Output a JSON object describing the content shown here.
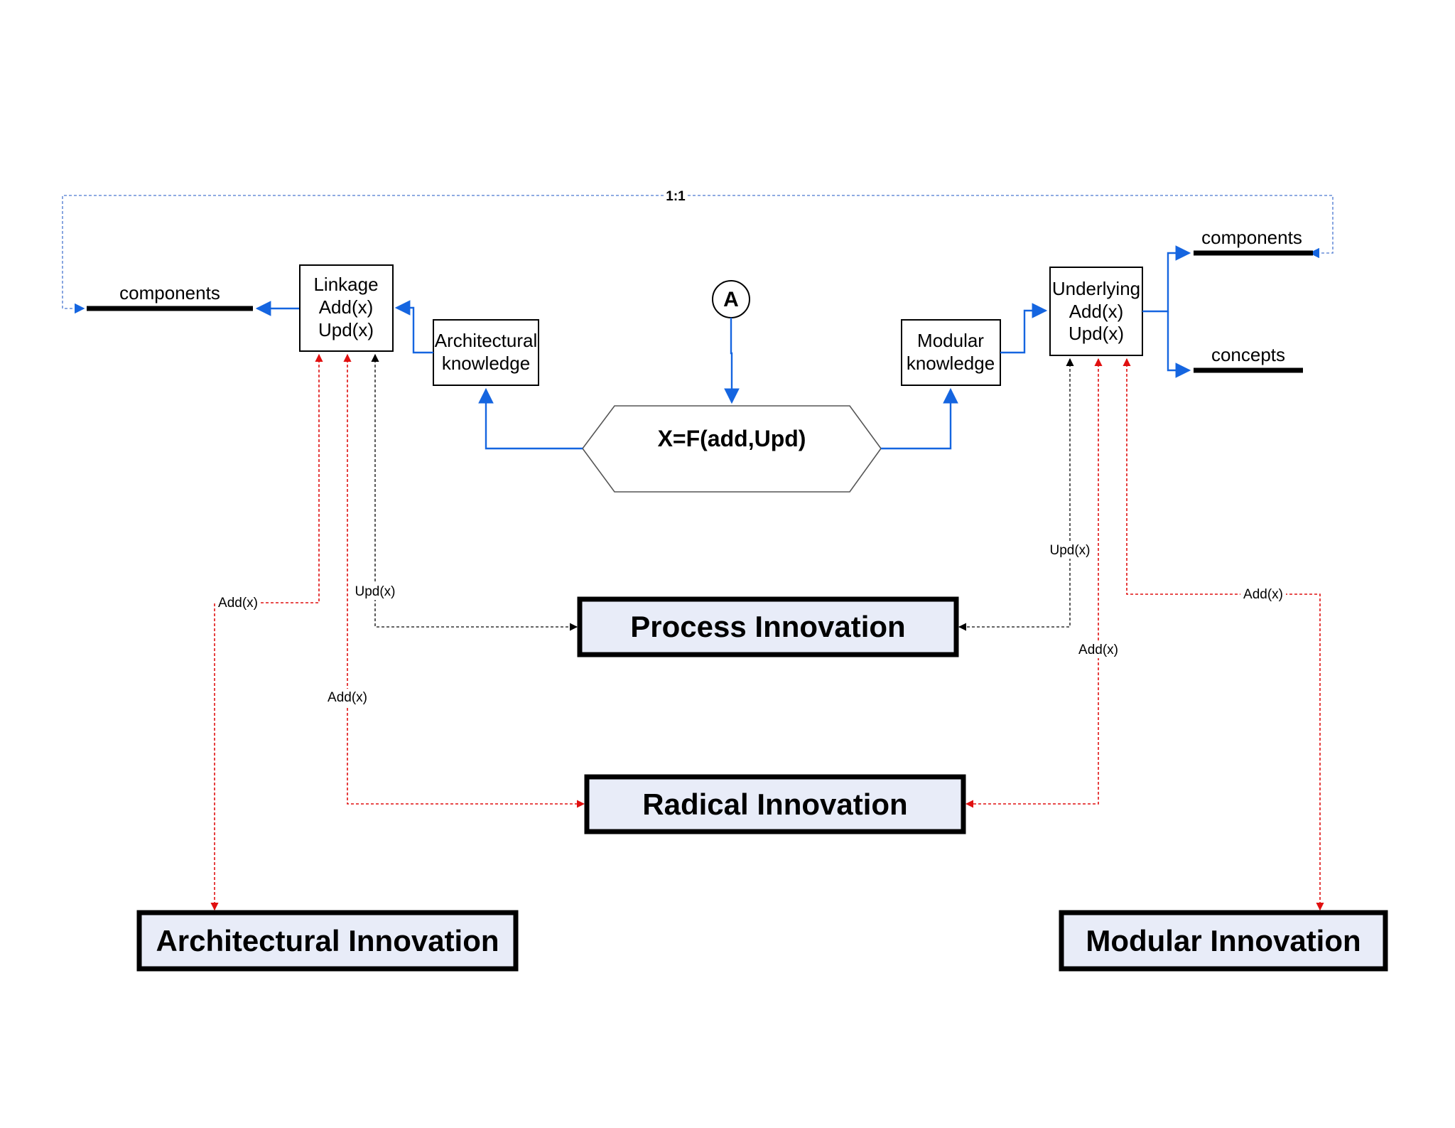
{
  "diagram": {
    "top_link_label": "1:1",
    "circle_label": "A",
    "function_label": "X=F(add,Upd)",
    "left_components_label": "components",
    "right_components_label": "components",
    "concepts_label": "concepts",
    "linkage_box": [
      "Linkage",
      "Add(x)",
      "Upd(x)"
    ],
    "underlying_box": [
      "Underlying",
      "Add(x)",
      "Upd(x)"
    ],
    "architectural_knowledge": [
      "Architectural",
      "knowledge"
    ],
    "modular_knowledge": [
      "Modular",
      "knowledge"
    ],
    "process_innovation": "Process Innovation",
    "radical_innovation": "Radical Innovation",
    "architectural_innovation": "Architectural Innovation",
    "modular_innovation": "Modular Innovation",
    "edge_labels": {
      "left_add_arch": "Add(x)",
      "left_upd_process": "Upd(x)",
      "left_add_radical": "Add(x)",
      "right_upd_process": "Upd(x)",
      "right_add_radical": "Add(x)",
      "right_add_modular": "Add(x)"
    }
  },
  "colors": {
    "blue": "#1565e0",
    "red": "#e01010",
    "black": "#000000",
    "box_fill": "#e8ecf8",
    "link_dash": "#6a8fd8"
  }
}
